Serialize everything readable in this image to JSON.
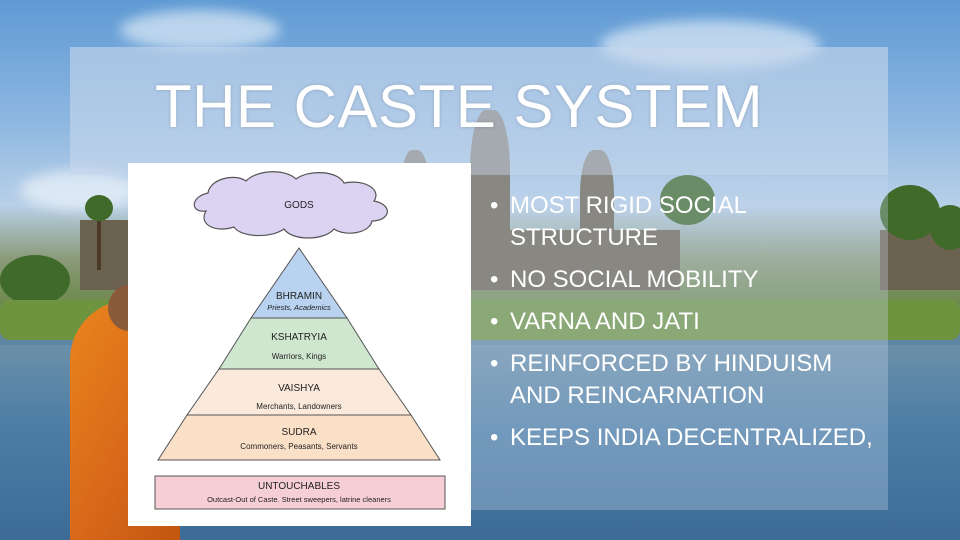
{
  "slide": {
    "title": "THE CASTE SYSTEM",
    "bullets": [
      "MOST RIGID SOCIAL STRUCTURE",
      "NO SOCIAL MOBILITY",
      "VARNA AND JATI",
      "REINFORCED BY HINDUISM AND REINCARNATION",
      "KEEPS INDIA DECENTRALIZED,"
    ],
    "bullet_glyph": "•"
  },
  "diagram": {
    "gods": "GODS",
    "tiers": [
      {
        "name": "BHRAMIN",
        "desc": "Priests, Academics",
        "color": "#b8d2f0"
      },
      {
        "name": "KSHATRYIA",
        "desc": "Warriors, Kings",
        "color": "#cfe6cf"
      },
      {
        "name": "VAISHYA",
        "desc": "Merchants, Landowners",
        "color": "#fbeadb"
      },
      {
        "name": "SUDRA",
        "desc": "Commoners, Peasants, Servants",
        "color": "#fbe0c8"
      }
    ],
    "untouchables": {
      "name": "UNTOUCHABLES",
      "desc": "Outcast-Out of Caste. Street sweepers, latrine cleaners",
      "color": "#f6cfd6"
    },
    "cloud_color": "#dcd2f2"
  }
}
